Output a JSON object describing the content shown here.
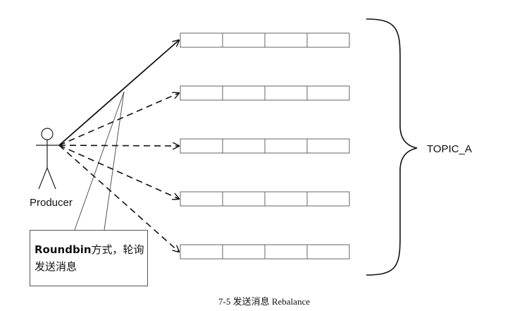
{
  "actor": {
    "label": "Producer"
  },
  "topic": {
    "label": "TOPIC_A"
  },
  "partitions": [
    {
      "cells": 4
    },
    {
      "cells": 4
    },
    {
      "cells": 4
    },
    {
      "cells": 4
    },
    {
      "cells": 4
    }
  ],
  "note": {
    "bold": "Roundbin",
    "rest": "方式，轮询",
    "line2": "发送消息"
  },
  "caption": "7-5 发送消息 Rebalance",
  "arrows": [
    {
      "target": 0,
      "style": "solid"
    },
    {
      "target": 1,
      "style": "dashed"
    },
    {
      "target": 2,
      "style": "dashed"
    },
    {
      "target": 3,
      "style": "dashed"
    },
    {
      "target": 4,
      "style": "dashed"
    }
  ]
}
